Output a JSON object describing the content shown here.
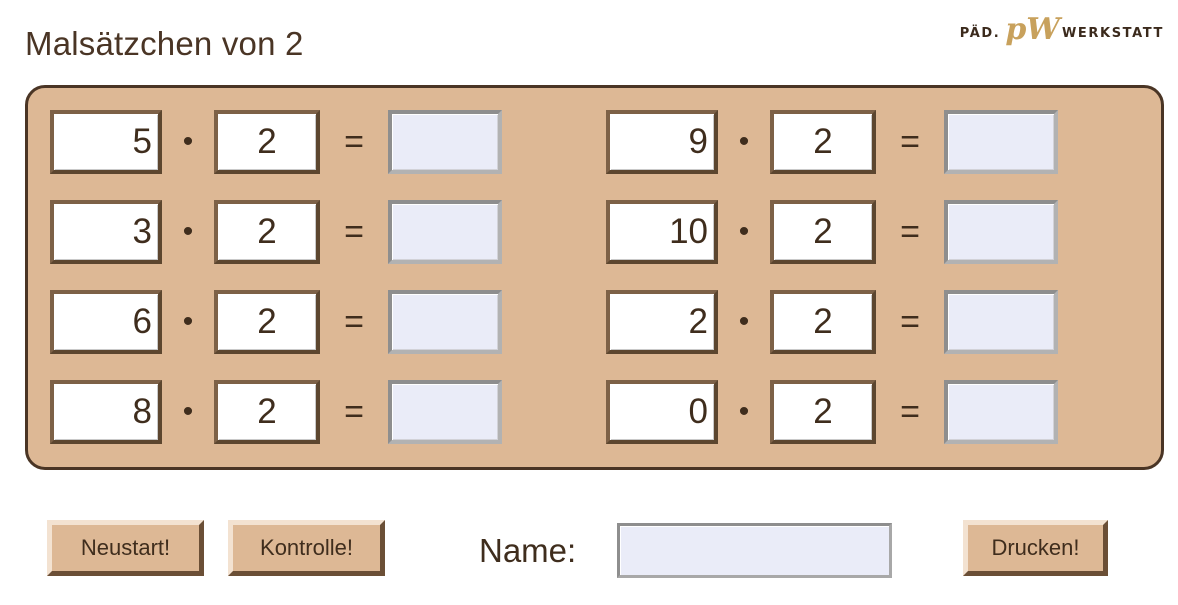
{
  "page": {
    "title": "Malsätzchen von 2",
    "background_color": "#ffffff"
  },
  "brand": {
    "prefix": "PÄD.",
    "mark": "pW",
    "suffix": "WERKSTATT",
    "mark_color": "#c8a15c",
    "text_color": "#3b2a1c"
  },
  "panel": {
    "background_color": "#ddb895",
    "border_color": "#4a3525",
    "operator_multiply": "•",
    "operator_equals": "=",
    "columns": [
      {
        "name": "left-column",
        "rows": [
          {
            "factor_a": "5",
            "factor_b": "2",
            "answer": ""
          },
          {
            "factor_a": "3",
            "factor_b": "2",
            "answer": ""
          },
          {
            "factor_a": "6",
            "factor_b": "2",
            "answer": ""
          },
          {
            "factor_a": "8",
            "factor_b": "2",
            "answer": ""
          }
        ]
      },
      {
        "name": "right-column",
        "rows": [
          {
            "factor_a": "9",
            "factor_b": "2",
            "answer": ""
          },
          {
            "factor_a": "10",
            "factor_b": "2",
            "answer": ""
          },
          {
            "factor_a": "2",
            "factor_b": "2",
            "answer": ""
          },
          {
            "factor_a": "0",
            "factor_b": "2",
            "answer": ""
          }
        ]
      }
    ]
  },
  "footer": {
    "restart_label": "Neustart!",
    "check_label": "Kontrolle!",
    "print_label": "Drucken!",
    "name_label": "Name:",
    "name_value": "",
    "name_placeholder": ""
  }
}
